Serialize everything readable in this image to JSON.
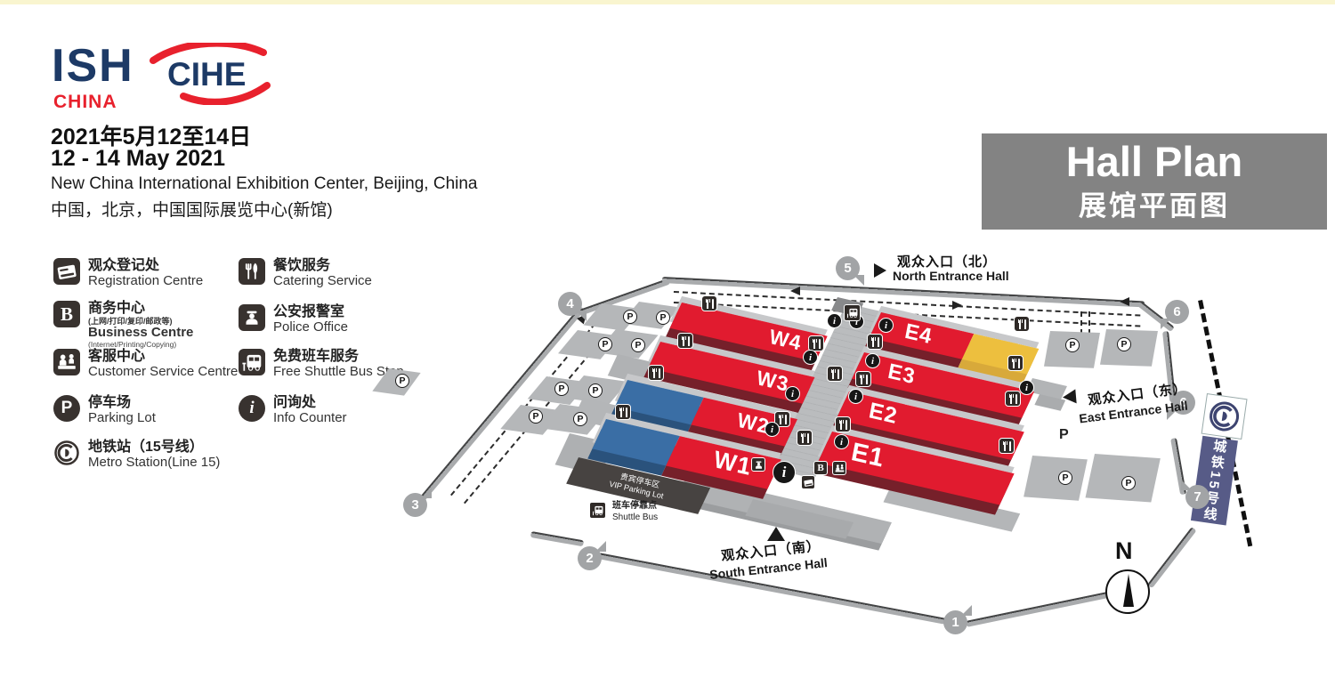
{
  "header": {
    "logo_primary": "ISH",
    "logo_primary_sub": "CHINA",
    "logo_secondary": "CIHE",
    "date_cn": "2021年5月12至14日",
    "date_en": "12 - 14 May 2021",
    "venue_en": "New China International Exhibition Center, Beijing, China",
    "venue_cn": "中国，北京，中国国际展览中心(新馆)",
    "title_en": "Hall Plan",
    "title_cn": "展馆平面图"
  },
  "legend": {
    "col1": [
      {
        "icon": "badge-icon",
        "cn": "观众登记处",
        "en": "Registration Centre"
      },
      {
        "icon": "business-icon",
        "cn": "商务中心",
        "cn_sub": "(上网/打印/复印/邮政等)",
        "en": "Business Centre",
        "en_sub": "(Internet/Printing/Copying)"
      },
      {
        "icon": "customer-service-icon",
        "cn": "客服中心",
        "en": "Customer Service Centre"
      },
      {
        "icon": "parking-icon",
        "cn": "停车场",
        "en": "Parking Lot"
      },
      {
        "icon": "metro-icon",
        "cn": "地铁站（15号线）",
        "en": "Metro Station(Line 15)"
      }
    ],
    "col2": [
      {
        "icon": "catering-icon",
        "cn": "餐饮服务",
        "en": "Catering Service"
      },
      {
        "icon": "police-icon",
        "cn": "公安报警室",
        "en": "Police Office"
      },
      {
        "icon": "shuttle-icon",
        "cn": "免费班车服务",
        "en": "Free Shuttle Bus Stop"
      },
      {
        "icon": "info-icon",
        "cn": "问询处",
        "en": "Info Counter"
      }
    ]
  },
  "map": {
    "hall_labels": {
      "w1": "W1",
      "w2": "W2",
      "w3": "W3",
      "w4": "W4",
      "e1": "E1",
      "e2": "E2",
      "e3": "E3",
      "e4": "E4"
    },
    "pins": [
      "1",
      "2",
      "3",
      "4",
      "5",
      "6",
      "6",
      "7"
    ],
    "entrances": {
      "north_cn": "观众入口（北）",
      "north_en": "North Entrance Hall",
      "east_cn": "观众入口（东）",
      "east_en": "East Entrance Hall",
      "south_cn": "观众入口（南）",
      "south_en": "South Entrance Hall"
    },
    "vip_parking_cn": "贵宾停车区",
    "vip_parking_en": "VIP Parking Lot",
    "shuttle_stop_cn": "班车停靠点",
    "shuttle_stop_en": "Shuttle Bus",
    "metro_sign": "城铁15号线",
    "letters": {
      "parking": "P",
      "info": "i",
      "business": "B",
      "compass": "N"
    }
  },
  "colors": {
    "hall_red": "#e11b2f",
    "hall_red_face": "#76202a",
    "hall_blue": "#3a6ea5",
    "hall_blue_face": "#2a527c",
    "hall_yellow": "#edbf3e",
    "hall_yellow_face": "#d8a93a",
    "logo_navy": "#1d3a66",
    "logo_red": "#e8212d",
    "title_gray": "#838383",
    "icon_dark": "#38322f",
    "pin_gray": "#a2a4a6",
    "metro_navy": "#575b87",
    "road_gray": "#a9abad",
    "road_edge": "#434445",
    "lot_gray": "#b5b7b9"
  }
}
